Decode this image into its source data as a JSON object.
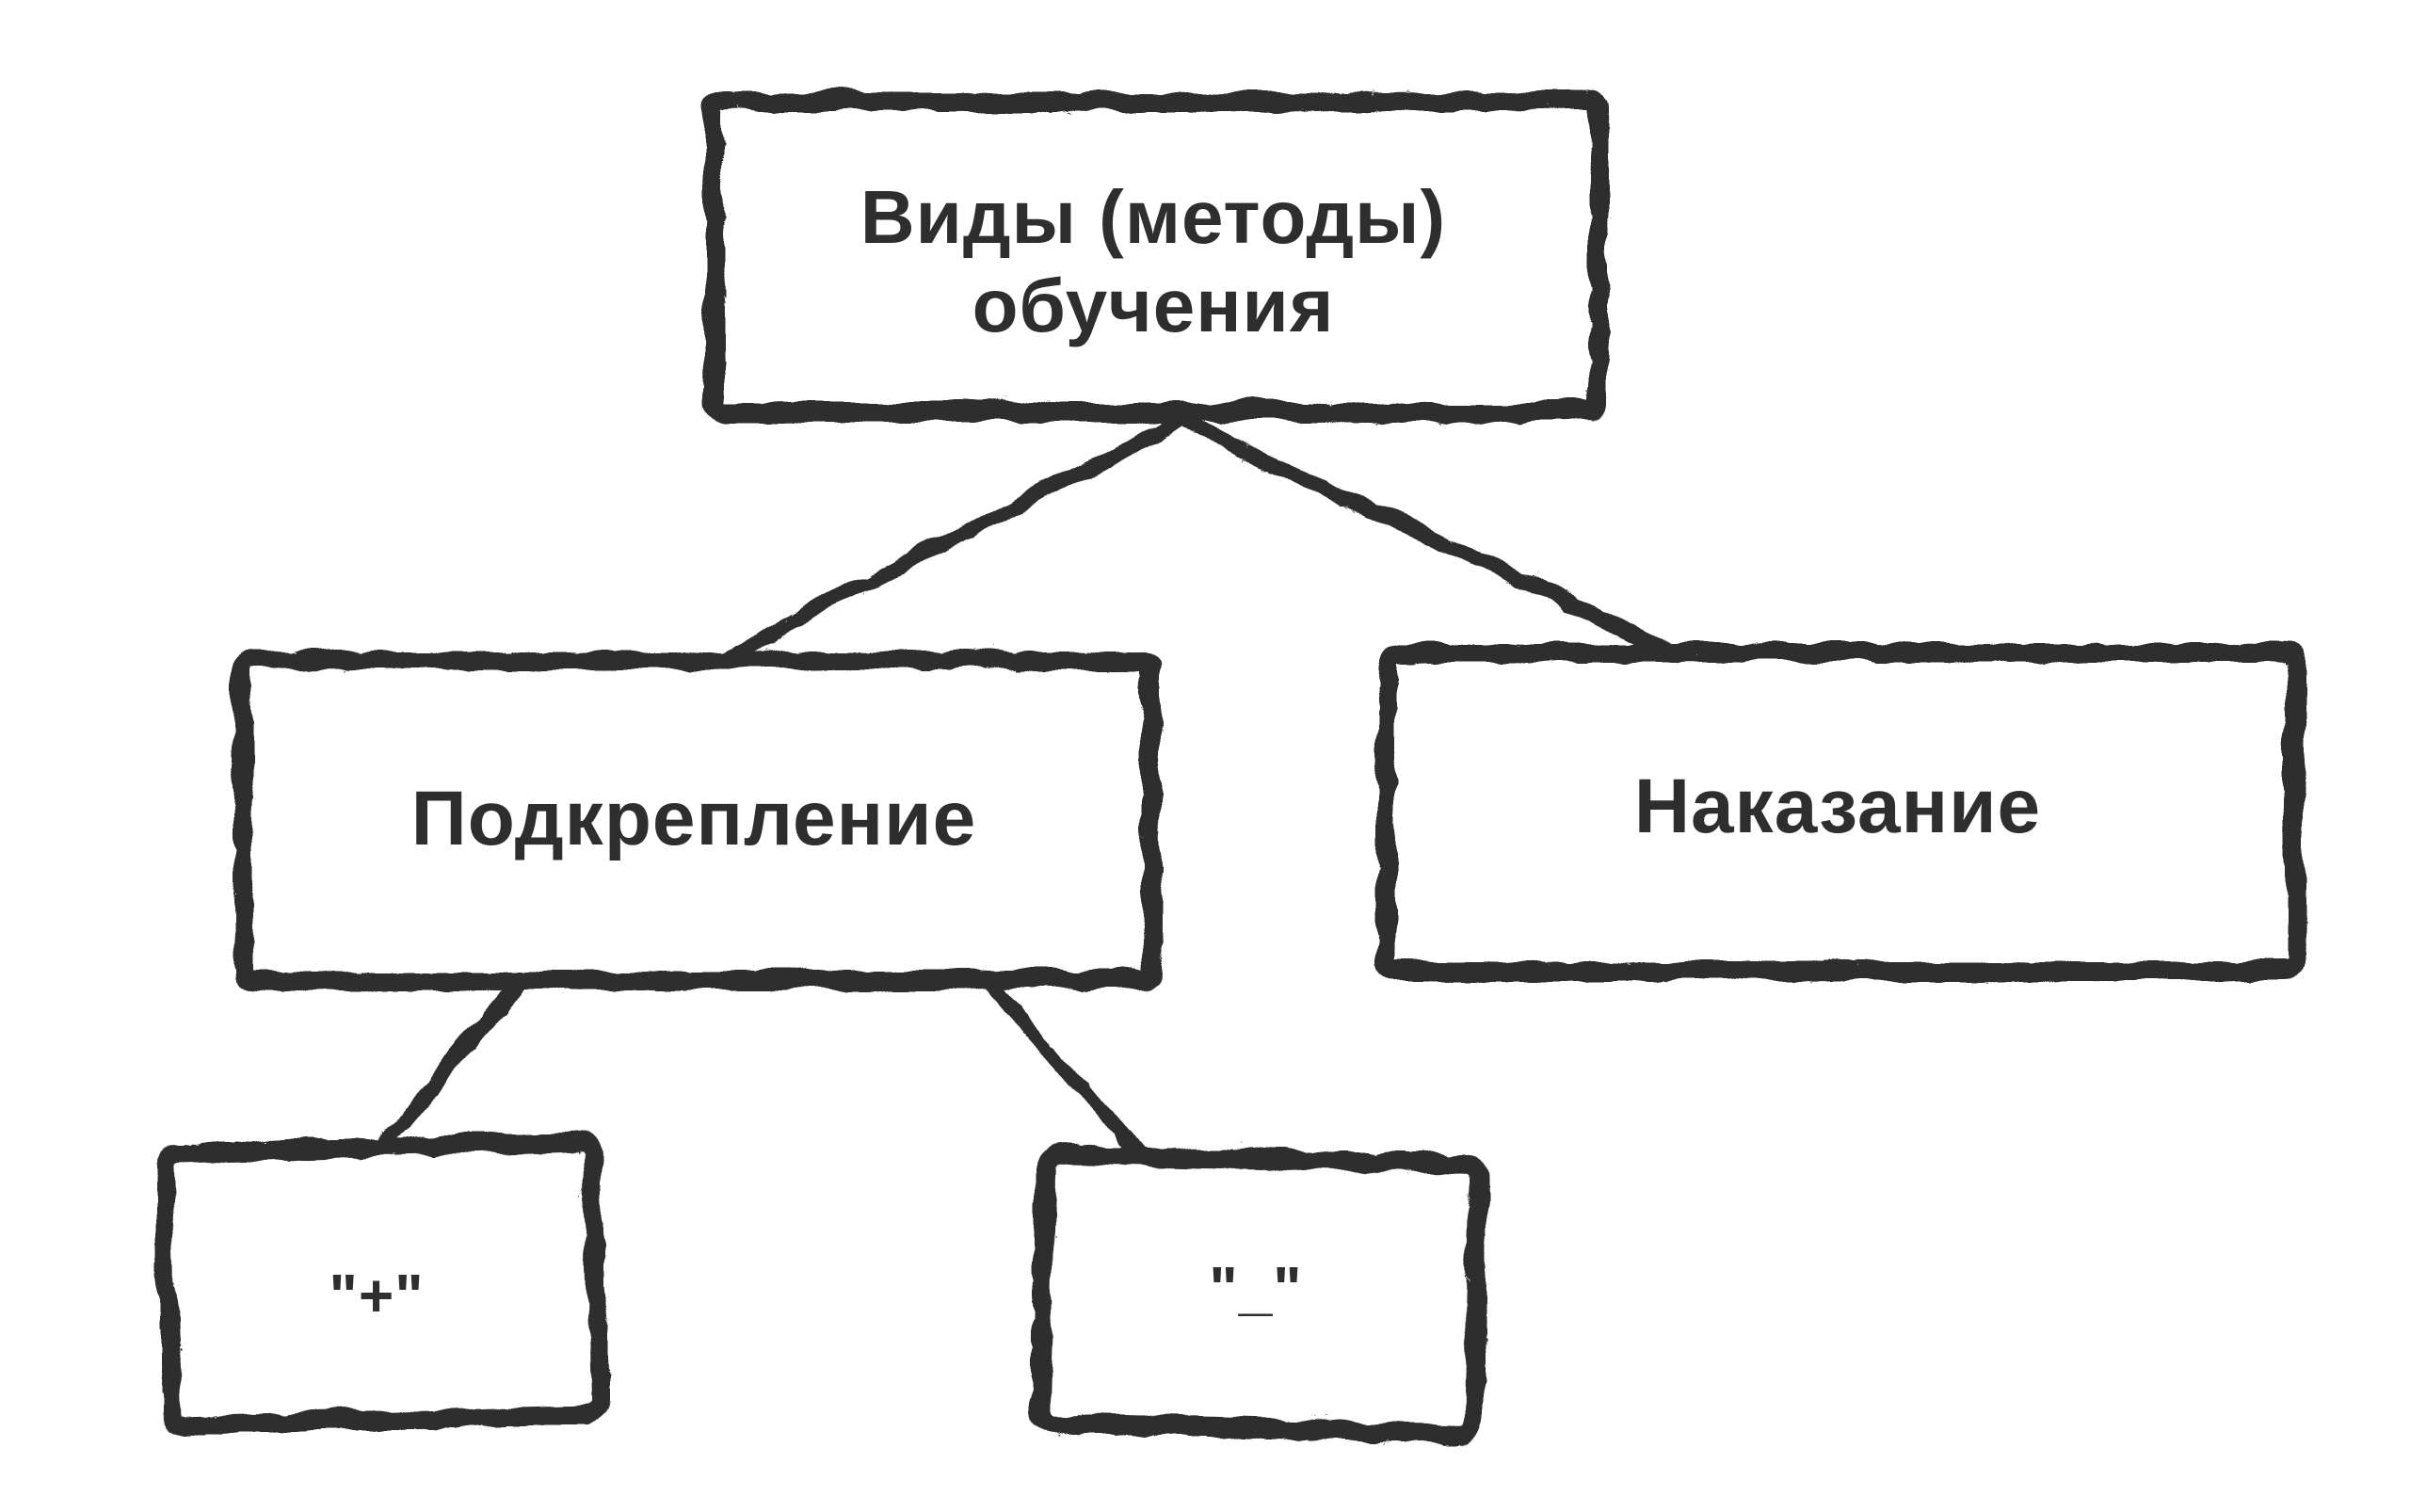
{
  "diagram": {
    "type": "tree",
    "colors": {
      "ink": "#2e2e2e",
      "background": "#ffffff"
    },
    "nodes": {
      "root": {
        "label": "Виды (методы) обучения",
        "line1": "Виды (методы)",
        "line2": "обучения"
      },
      "reinforcement": {
        "label": "Подкрепление"
      },
      "punishment": {
        "label": "Наказание"
      },
      "positive": {
        "label": "\"+\""
      },
      "negative": {
        "label": "\"_\""
      }
    },
    "edges": [
      {
        "from": "root",
        "to": "reinforcement"
      },
      {
        "from": "root",
        "to": "punishment"
      },
      {
        "from": "reinforcement",
        "to": "positive"
      },
      {
        "from": "reinforcement",
        "to": "negative"
      }
    ]
  }
}
